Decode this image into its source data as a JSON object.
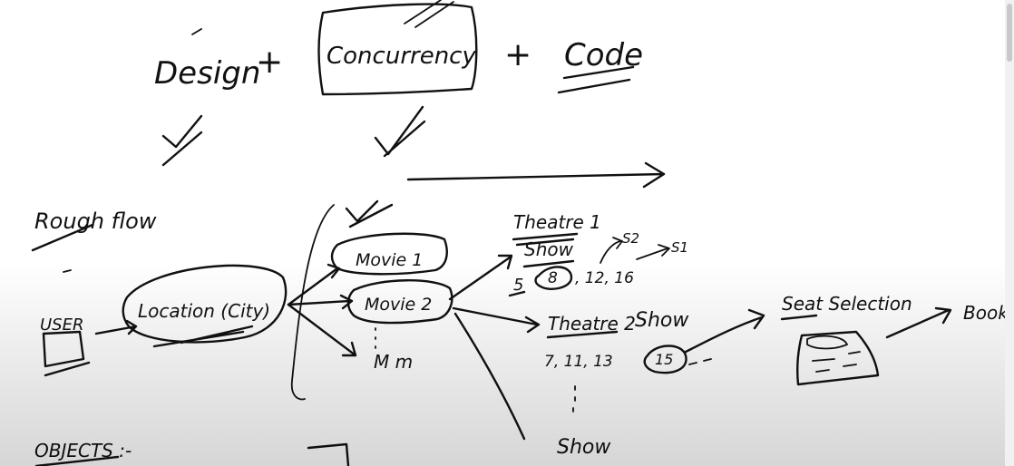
{
  "heading": {
    "design": "Design",
    "plus_1": "+",
    "concurrency": "Concurrency",
    "plus_2": "+",
    "code": "Code"
  },
  "flow": {
    "rough_flow": "Rough flow",
    "user": "USER",
    "location": "Location (City)",
    "movie1": "Movie 1",
    "movie2": "Movie 2",
    "movie_m": "M m",
    "theatre1": "Theatre 1",
    "show": "Show",
    "times1_prefix": "5",
    "times1_circled": "8",
    "times1_rest": ", 12, 16",
    "s2": "S2",
    "s1": "S1",
    "theatre2": "Theatre 2",
    "show2": "Show",
    "times2": "7, 11, 13",
    "times2_circled": "15",
    "seat_selection": "Seat Selection",
    "booking": "Booki",
    "show_bottom": "Show"
  },
  "objects": {
    "label": "OBJECTS :-"
  }
}
